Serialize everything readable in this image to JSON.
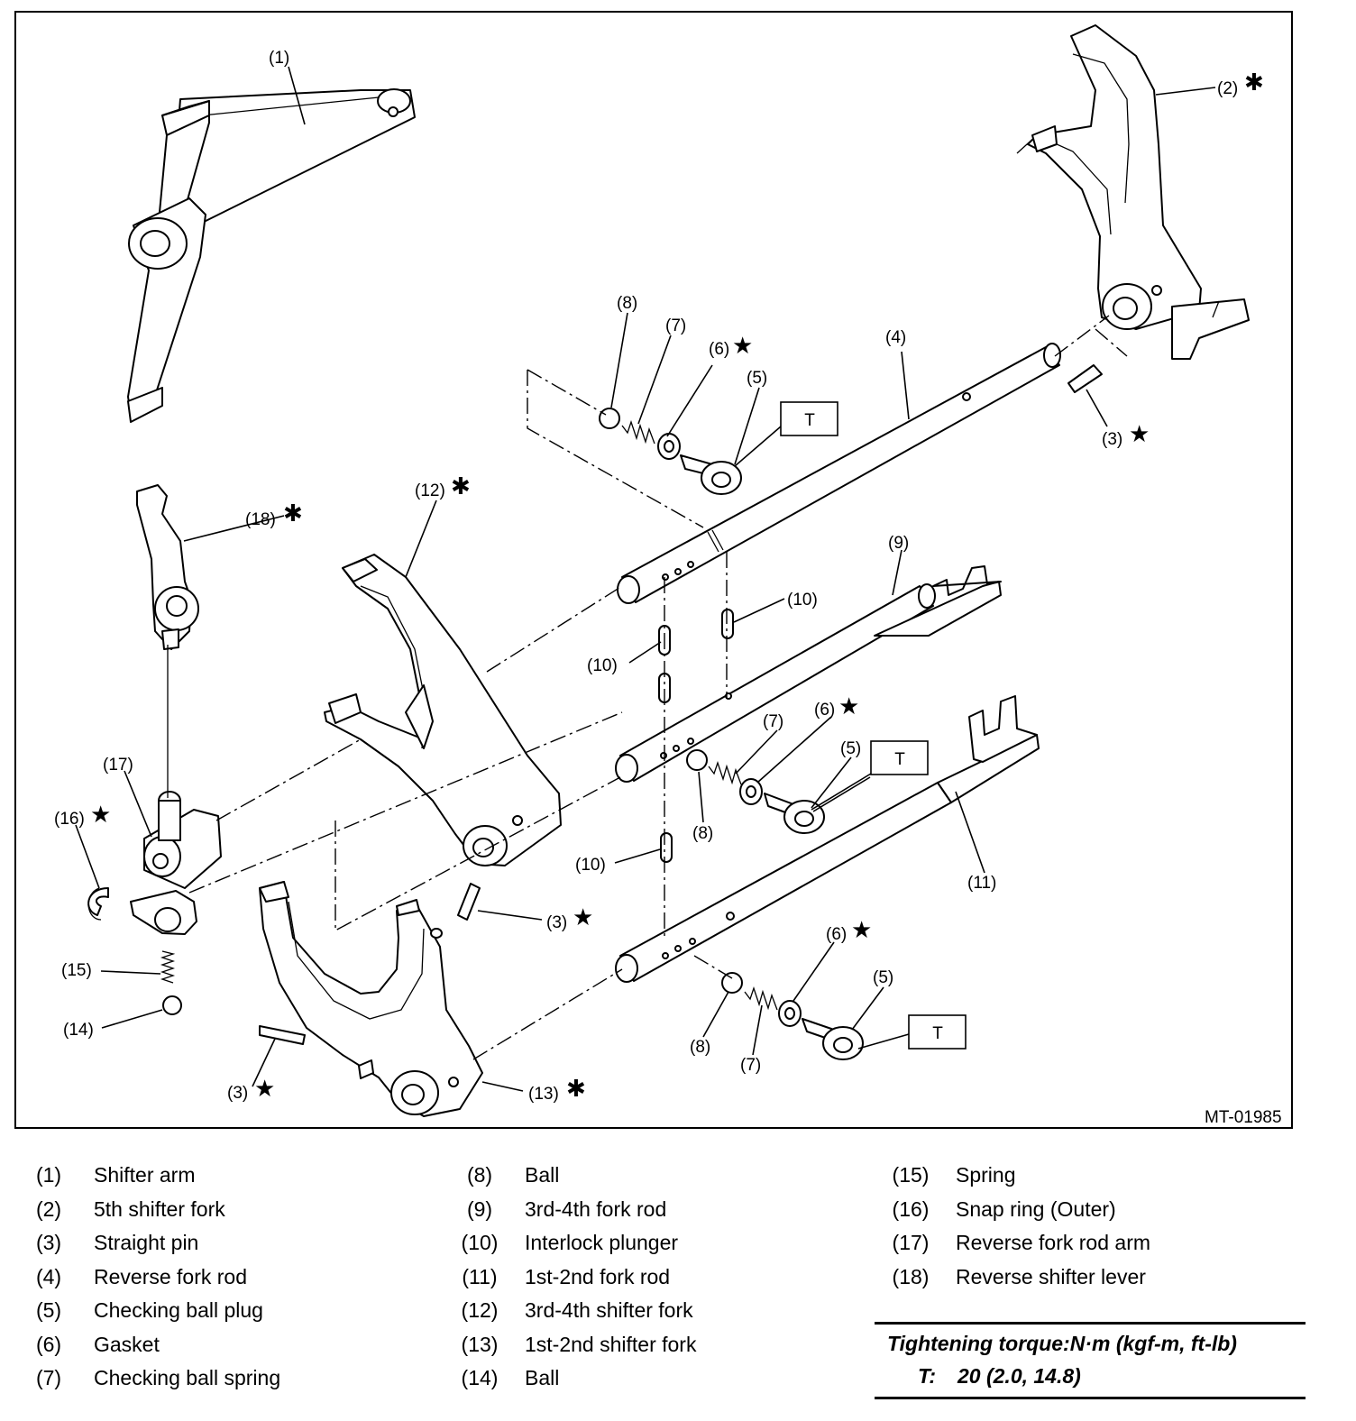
{
  "figure_id": "MT-01985",
  "callouts": {
    "c1": "(1)",
    "c2": "(2)",
    "c3": "(3)",
    "c4": "(4)",
    "c5": "(5)",
    "c6": "(6)",
    "c7": "(7)",
    "c8": "(8)",
    "c9": "(9)",
    "c10": "(10)",
    "c11": "(11)",
    "c12": "(12)",
    "c13": "(13)",
    "c14": "(14)",
    "c15": "(15)",
    "c16": "(16)",
    "c17": "(17)",
    "c18": "(18)"
  },
  "marks": {
    "replace": "✱",
    "special": "★"
  },
  "torque_symbol": "T",
  "legend": {
    "col1": [
      {
        "num": "(1)",
        "text": "Shifter arm"
      },
      {
        "num": "(2)",
        "text": "5th shifter fork"
      },
      {
        "num": "(3)",
        "text": "Straight pin"
      },
      {
        "num": "(4)",
        "text": "Reverse fork rod"
      },
      {
        "num": "(5)",
        "text": "Checking ball plug"
      },
      {
        "num": "(6)",
        "text": "Gasket"
      },
      {
        "num": "(7)",
        "text": "Checking ball spring"
      }
    ],
    "col2": [
      {
        "num": "(8)",
        "text": "Ball"
      },
      {
        "num": "(9)",
        "text": "3rd-4th fork rod"
      },
      {
        "num": "(10)",
        "text": "Interlock plunger"
      },
      {
        "num": "(11)",
        "text": "1st-2nd fork rod"
      },
      {
        "num": "(12)",
        "text": "3rd-4th shifter fork"
      },
      {
        "num": "(13)",
        "text": "1st-2nd shifter fork"
      },
      {
        "num": "(14)",
        "text": "Ball"
      }
    ],
    "col3": [
      {
        "num": "(15)",
        "text": "Spring"
      },
      {
        "num": "(16)",
        "text": "Snap ring (Outer)"
      },
      {
        "num": "(17)",
        "text": "Reverse fork rod arm"
      },
      {
        "num": "(18)",
        "text": "Reverse shifter lever"
      }
    ]
  },
  "torque": {
    "title": "Tightening torque:N·m (kgf-m, ft-lb)",
    "symbol": "T:",
    "value": "20 (2.0, 14.8)"
  }
}
